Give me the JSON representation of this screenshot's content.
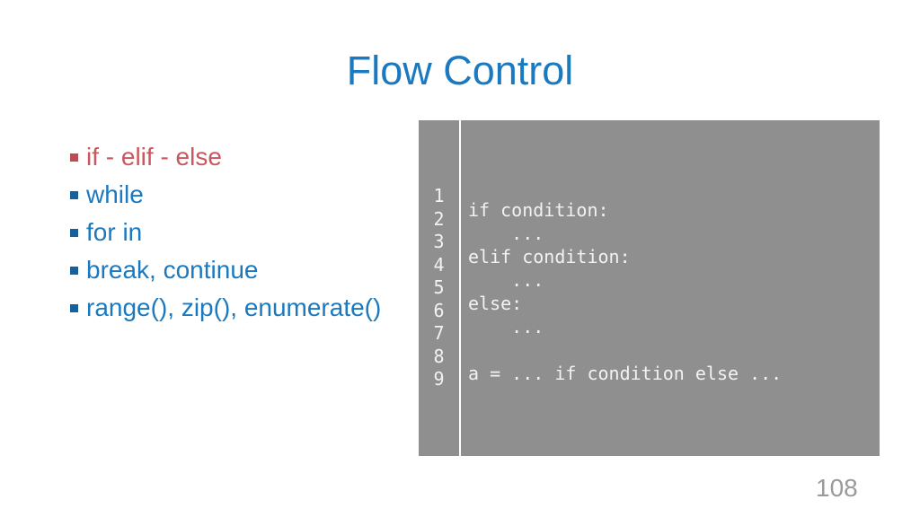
{
  "slide": {
    "title": "Flow Control",
    "page_number": "108"
  },
  "bullets": {
    "items": [
      {
        "label": "if - elif - else",
        "emphasis": "red"
      },
      {
        "label": "while",
        "emphasis": "blue"
      },
      {
        "label": "for in",
        "emphasis": "blue"
      },
      {
        "label": "break, continue",
        "emphasis": "blue"
      },
      {
        "label": "range(), zip(), enumerate()",
        "emphasis": "blue"
      }
    ]
  },
  "code_panel": {
    "line_numbers": [
      "1",
      "2",
      "3",
      "4",
      "5",
      "6",
      "7",
      "8",
      "9"
    ],
    "lines": [
      "if condition:",
      "    ...",
      "elif condition:",
      "    ...",
      "else:",
      "    ...",
      "",
      "a = ... if condition else ..."
    ]
  },
  "colors": {
    "title_blue": "#1b79c0",
    "bullet_text_blue": "#1b79c0",
    "bullet_marker_blue": "#15619e",
    "bullet_text_red": "#cb565e",
    "bullet_marker_red": "#bf4b52",
    "code_panel_background": "#8f8f8f",
    "code_text": "#f2f2f0",
    "page_number_gray": "#9a9a9a"
  }
}
